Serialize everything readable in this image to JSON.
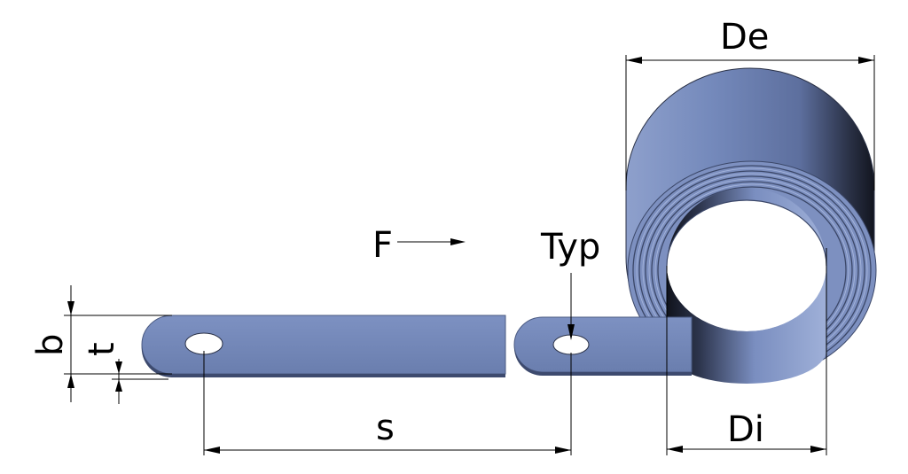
{
  "labels": {
    "outer_diameter": "De",
    "inner_diameter": "Di",
    "force": "F",
    "type": "Typ",
    "stroke": "s",
    "width": "b",
    "thickness": "t"
  },
  "colors": {
    "steel": "#6e82b0",
    "steel_light": "#8497c3",
    "steel_dark": "#1c2130",
    "edge": "#4a5a82",
    "dimension_line": "#000000",
    "background": "#ffffff"
  }
}
